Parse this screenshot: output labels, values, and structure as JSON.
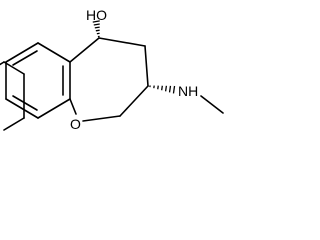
{
  "structure": {
    "atoms": {
      "hydroxyl": "HO",
      "ring_oxygen": "O",
      "amine": "NH"
    },
    "colors": {
      "bond": "#000000",
      "background": "#ffffff"
    }
  }
}
